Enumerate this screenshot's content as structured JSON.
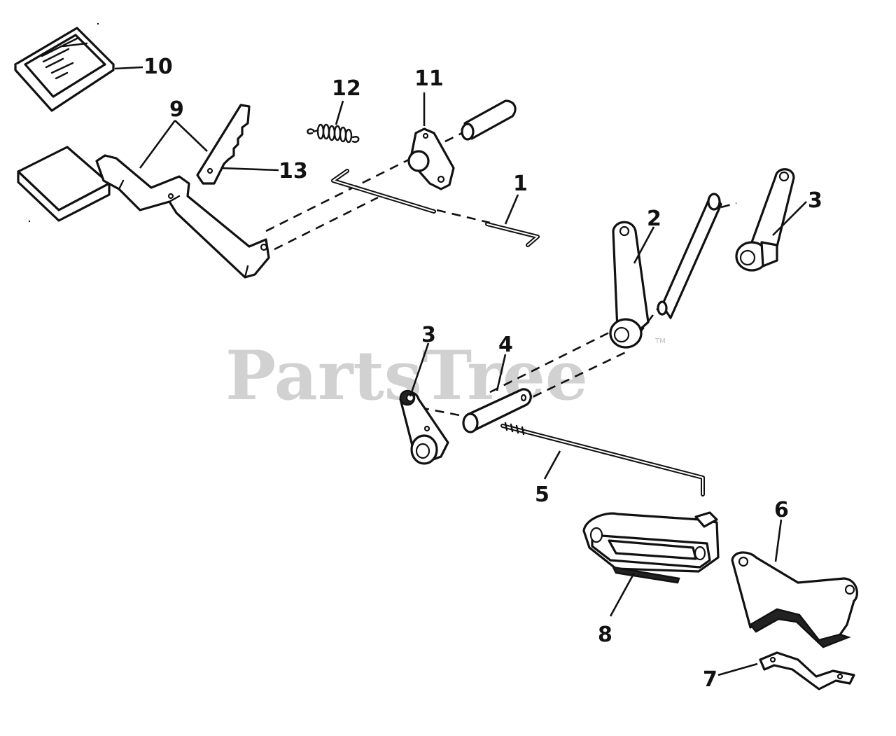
{
  "watermark": {
    "text": "PartsTree",
    "tm": "TM"
  },
  "callouts": {
    "c1": "1",
    "c2": "2",
    "c3a": "3",
    "c3b": "3",
    "c4": "4",
    "c5": "5",
    "c6": "6",
    "c7": "7",
    "c8": "8",
    "c9": "9",
    "c10": "10",
    "c11": "11",
    "c12": "12",
    "c13": "13"
  }
}
